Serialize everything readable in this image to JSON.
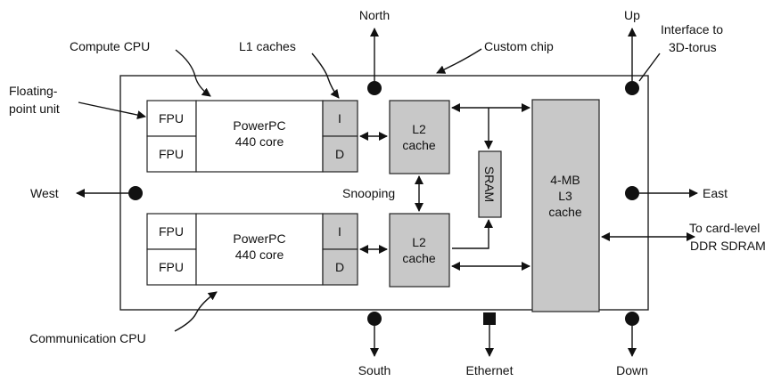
{
  "colors": {
    "gray_block": "#c8c8c8",
    "chip_fill": "#ffffff",
    "line": "#111111"
  },
  "labels": {
    "north": "North",
    "south": "South",
    "east": "East",
    "west": "West",
    "up": "Up",
    "down": "Down",
    "ethernet": "Ethernet",
    "interface_line1": "Interface to",
    "interface_line2": "3D-torus",
    "custom_chip": "Custom chip",
    "compute_cpu": "Compute CPU",
    "l1_caches": "L1 caches",
    "fp_line1": "Floating-",
    "fp_line2": "point unit",
    "snooping": "Snooping",
    "communication_cpu": "Communication CPU",
    "card_line1": "To card-level",
    "card_line2": "DDR SDRAM"
  },
  "blocks": {
    "fpu": "FPU",
    "core_line1": "PowerPC",
    "core_line2": "440 core",
    "icache": "I",
    "dcache": "D",
    "l2_line1": "L2",
    "l2_line2": "cache",
    "sram": "SRAM",
    "l3_line1": "4-MB",
    "l3_line2": "L3",
    "l3_line3": "cache"
  }
}
